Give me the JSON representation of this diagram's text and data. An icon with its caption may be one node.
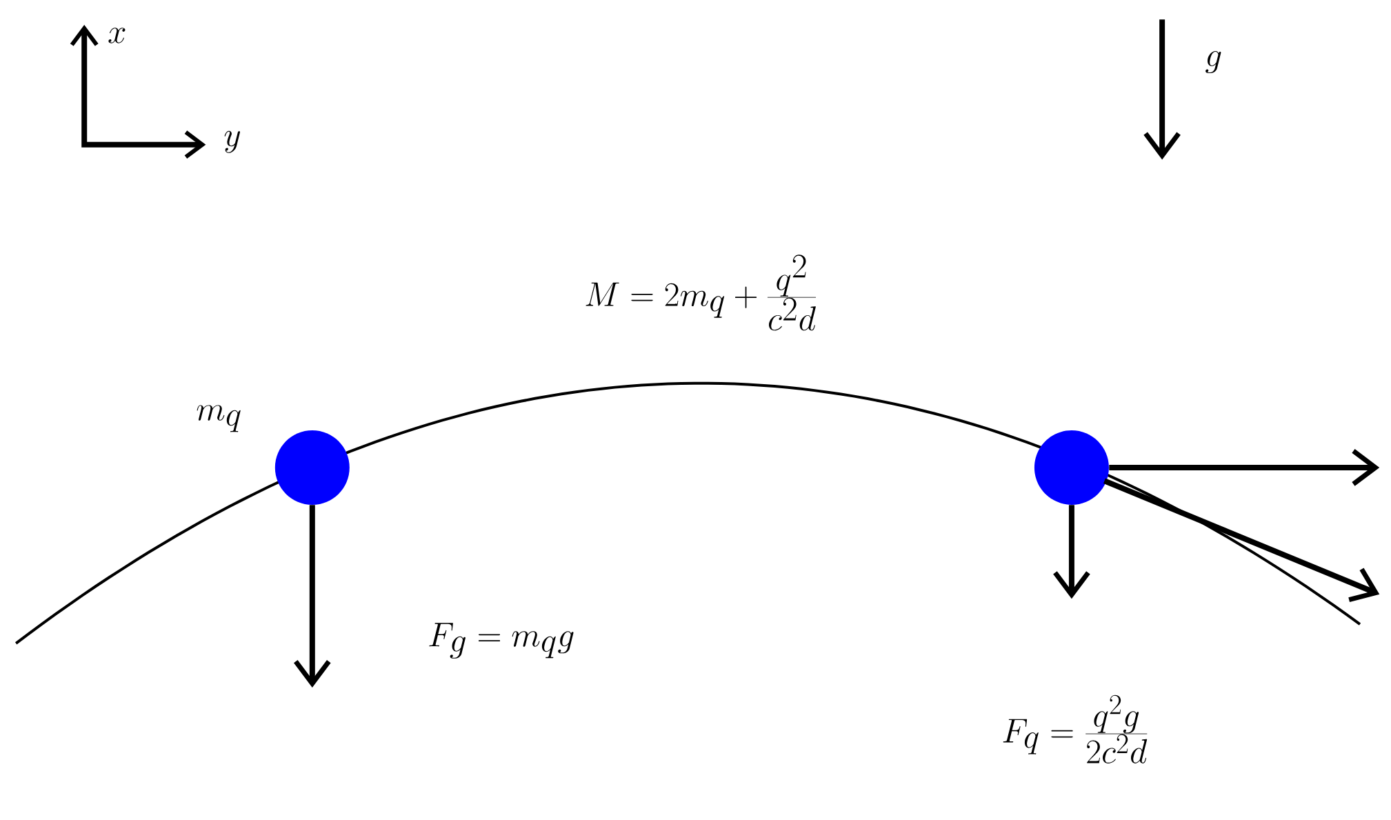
{
  "diagram": {
    "nodes": [
      {
        "text": [],
        "shape": "circle",
        "beside": [
          "m_q"
        ]
      },
      {
        "text": [],
        "shape": "circle"
      }
    ],
    "labels": [
      "x",
      "g",
      "y",
      "M = 2m_q + \\frac{q^2}{c^2 d}",
      "F_g = m_q g",
      "F_q = \\frac{q^2 g}{2c^2 d}"
    ]
  }
}
